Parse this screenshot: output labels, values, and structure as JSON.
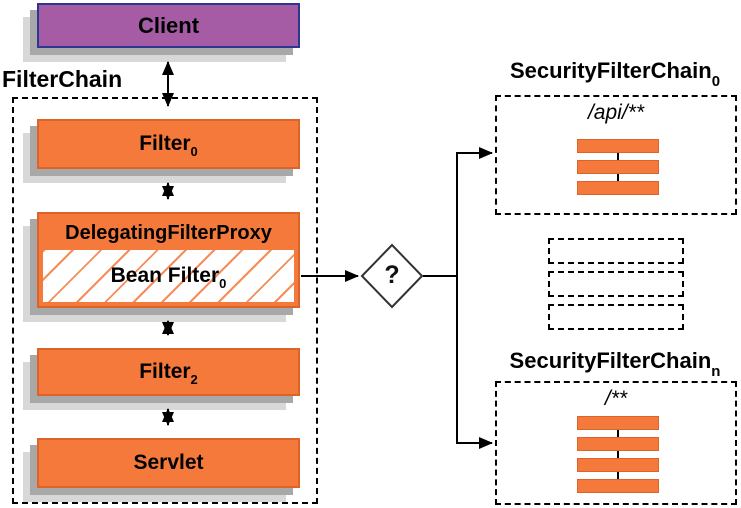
{
  "client": {
    "label": "Client"
  },
  "filter_chain": {
    "label": "FilterChain"
  },
  "filter0": {
    "label": "Filter",
    "sub": "0"
  },
  "delegating_filter_proxy": {
    "label": "DelegatingFilterProxy"
  },
  "bean_filter": {
    "label": "Bean Filter",
    "sub": "0"
  },
  "filter2": {
    "label": "Filter",
    "sub": "2"
  },
  "servlet": {
    "label": "Servlet"
  },
  "decision": {
    "label": "?"
  },
  "security_filter_chain_0": {
    "title": "SecurityFilterChain",
    "sub": "0",
    "pattern": "/api/**",
    "filter_count": 3
  },
  "security_filter_chain_n": {
    "title": "SecurityFilterChain",
    "sub": "n",
    "pattern": "/**",
    "filter_count": 4
  },
  "placeholder_chain_count": 3,
  "colors": {
    "orange_fill": "#f5793b",
    "orange_border": "#db6428",
    "purple_fill": "#a55ca5",
    "purple_border": "#2c3792",
    "shadow_dark": "#a8a8a8",
    "shadow_light": "#d8d8d8",
    "line": "#000000"
  }
}
